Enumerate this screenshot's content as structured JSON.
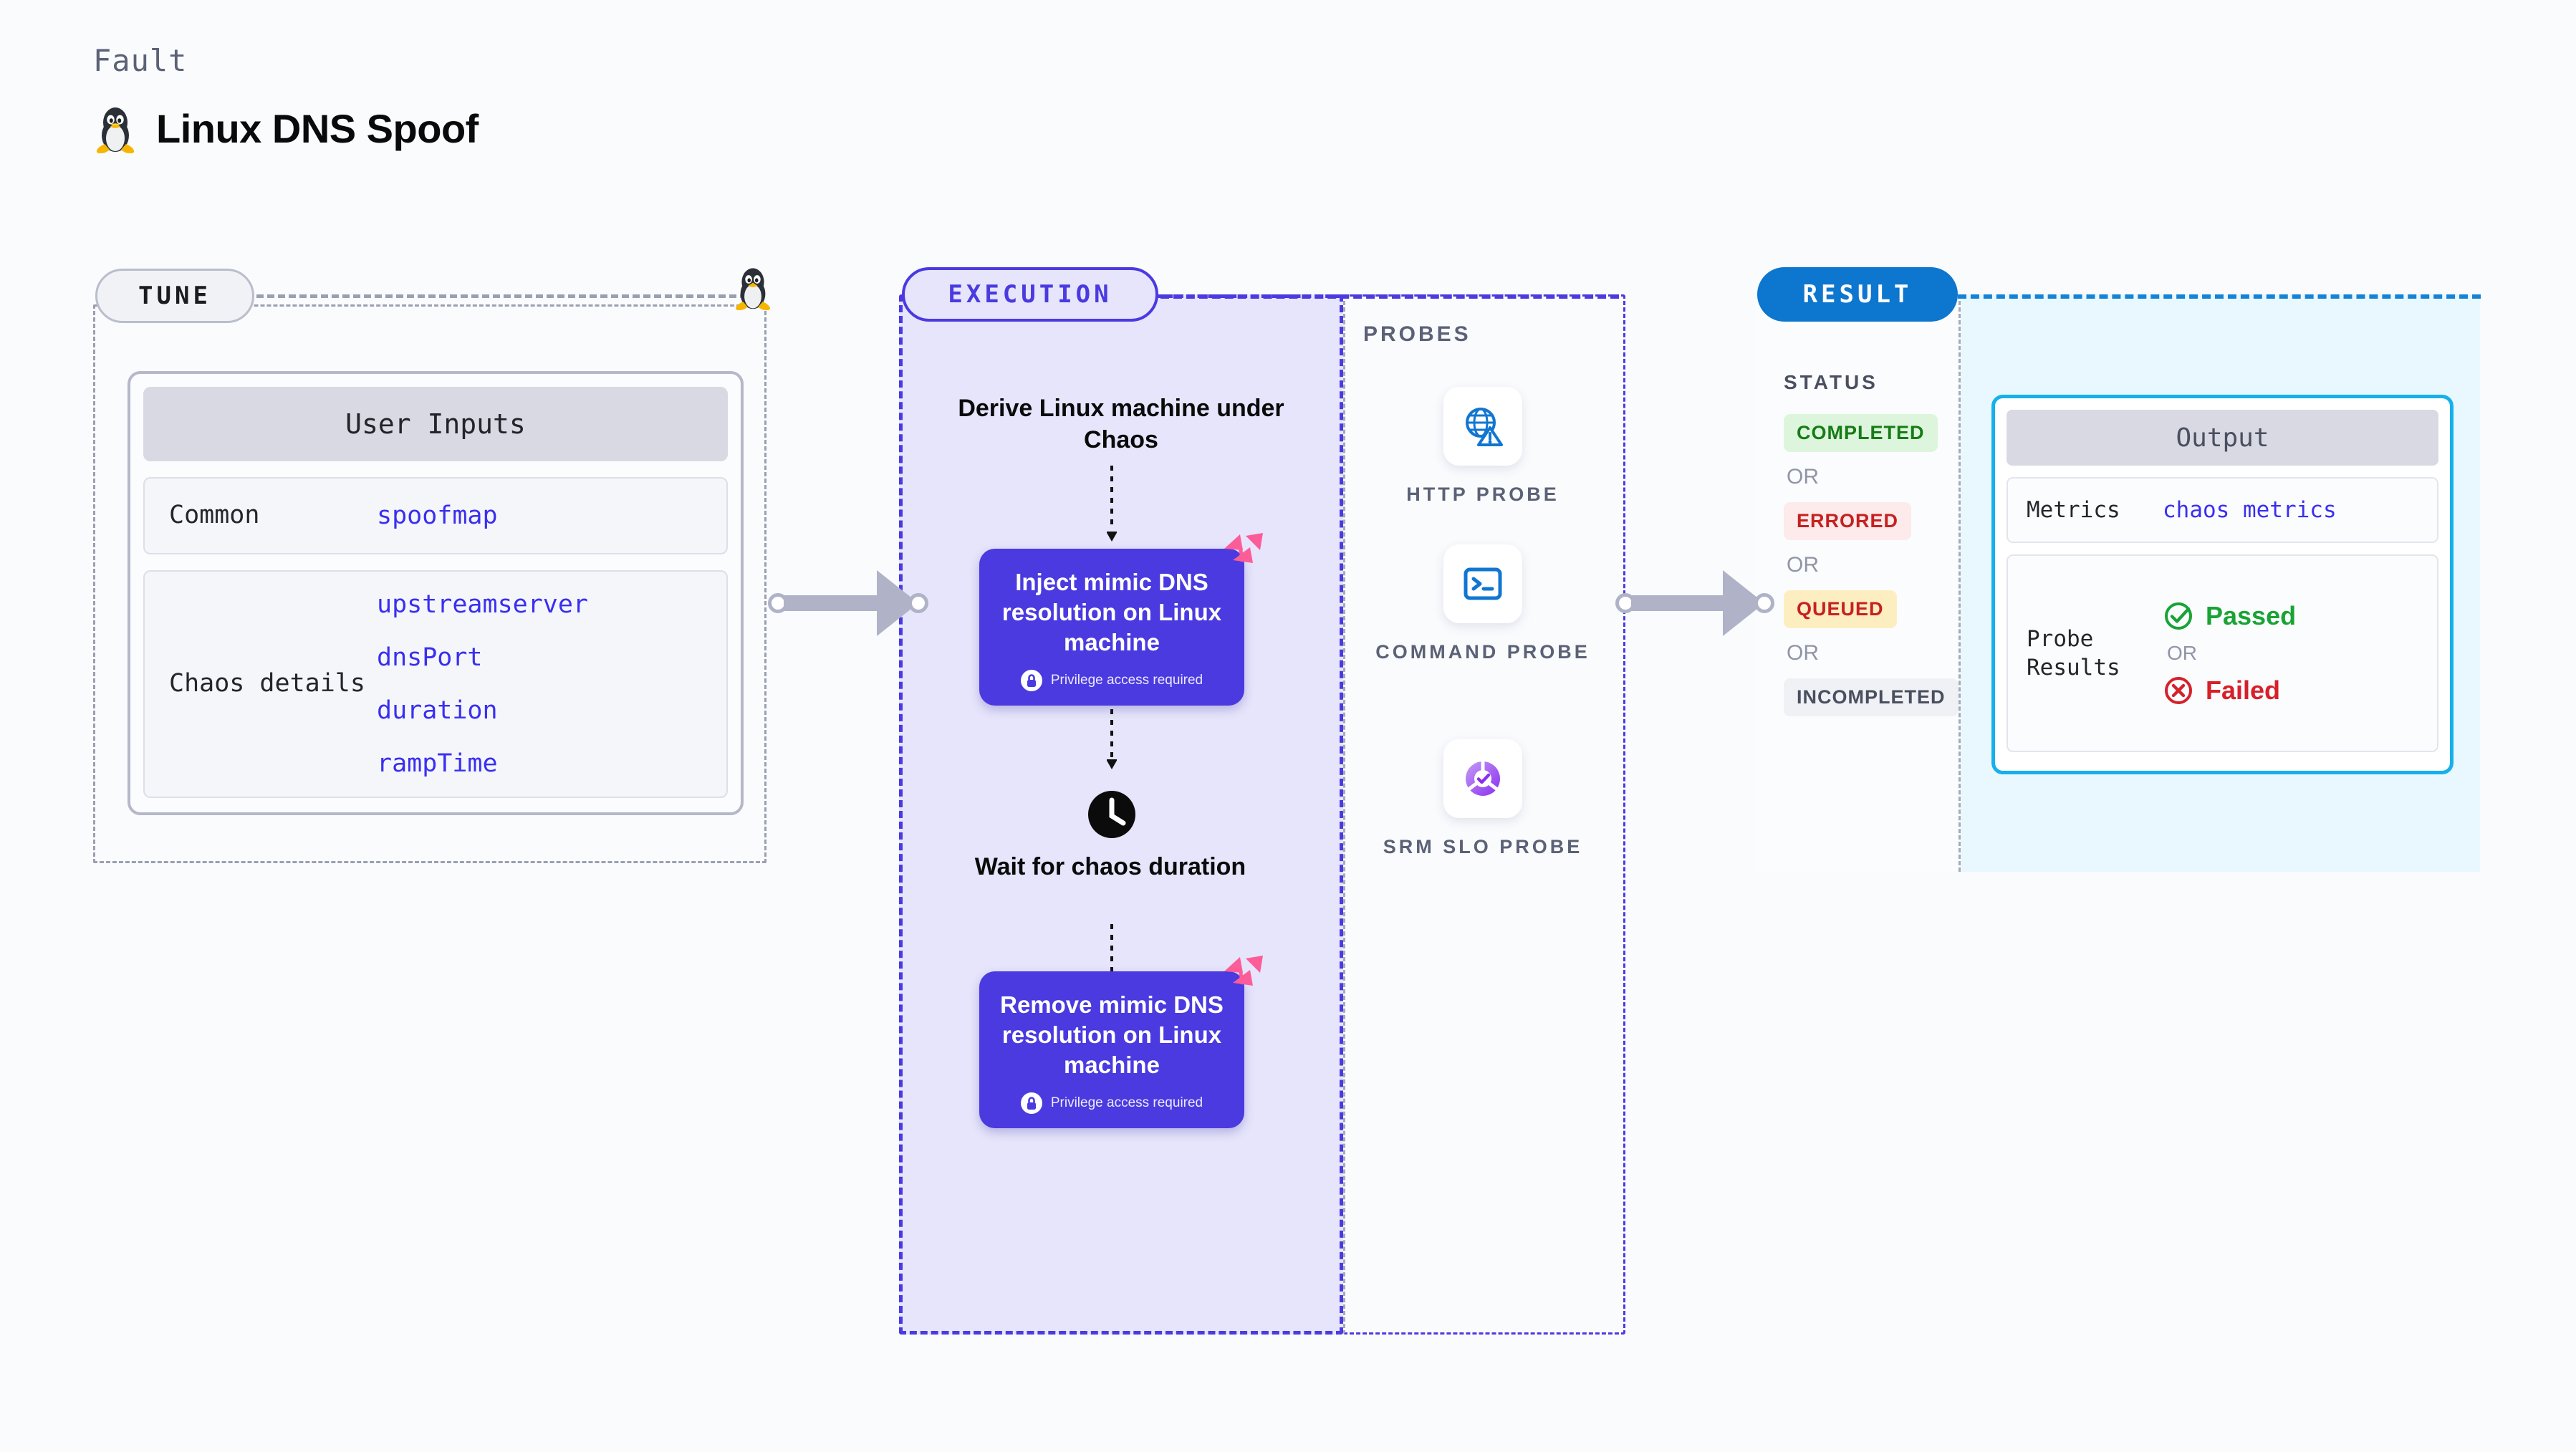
{
  "header": {
    "kicker": "Fault",
    "title": "Linux DNS Spoof",
    "icon": "linux-tux-icon"
  },
  "tune": {
    "pill_label": "TUNE",
    "card_title": "User Inputs",
    "rows": [
      {
        "name": "Common",
        "values": [
          "spoofmap"
        ]
      },
      {
        "name": "Chaos details",
        "values": [
          "upstreamserver",
          "dnsPort",
          "duration",
          "rampTime"
        ]
      }
    ]
  },
  "execution": {
    "pill_label": "EXECUTION",
    "start_label": "Derive Linux machine under Chaos",
    "nodes": [
      {
        "title": "Inject mimic DNS resolution on Linux machine",
        "badge": "Privilege access required",
        "badge_icon": "lock-icon",
        "ribbon_icon": "chaos-fault-ribbon-icon"
      },
      {
        "title": "Remove mimic DNS resolution on Linux machine",
        "badge": "Privilege access required",
        "badge_icon": "lock-icon",
        "ribbon_icon": "chaos-fault-ribbon-icon"
      }
    ],
    "wait_label": "Wait for chaos duration",
    "wait_icon": "clock-icon"
  },
  "probes": {
    "section_label": "PROBES",
    "items": [
      {
        "label": "HTTP PROBE",
        "icon": "globe-warning-icon"
      },
      {
        "label": "COMMAND PROBE",
        "icon": "terminal-icon"
      },
      {
        "label": "SRM SLO PROBE",
        "icon": "slo-donut-check-icon"
      }
    ]
  },
  "result": {
    "pill_label": "RESULT",
    "status_label": "STATUS",
    "or_label": "OR",
    "statuses": [
      {
        "label": "COMPLETED",
        "bg": "#ddf5dd",
        "color": "#167c16"
      },
      {
        "label": "ERRORED",
        "bg": "#fdeaea",
        "color": "#c62020"
      },
      {
        "label": "QUEUED",
        "bg": "#fdeec2",
        "color": "#c62020"
      },
      {
        "label": "INCOMPLETED",
        "bg": "#f0f1f5",
        "color": "#4a4f60"
      }
    ],
    "output": {
      "title": "Output",
      "metrics_label": "Metrics",
      "metrics_value": "chaos metrics",
      "probe_results_label": "Probe Results",
      "passed_label": "Passed",
      "failed_label": "Failed",
      "or_label": "OR",
      "passed_icon": "check-circle-icon",
      "failed_icon": "x-circle-icon"
    }
  },
  "colors": {
    "indigo": "#4a3ae0",
    "blue": "#0d76cf",
    "cyan": "#16b0ea",
    "pink": "#fc5c98",
    "green": "#1aa335",
    "red": "#d6202a",
    "gray": "#9aa0b0"
  }
}
